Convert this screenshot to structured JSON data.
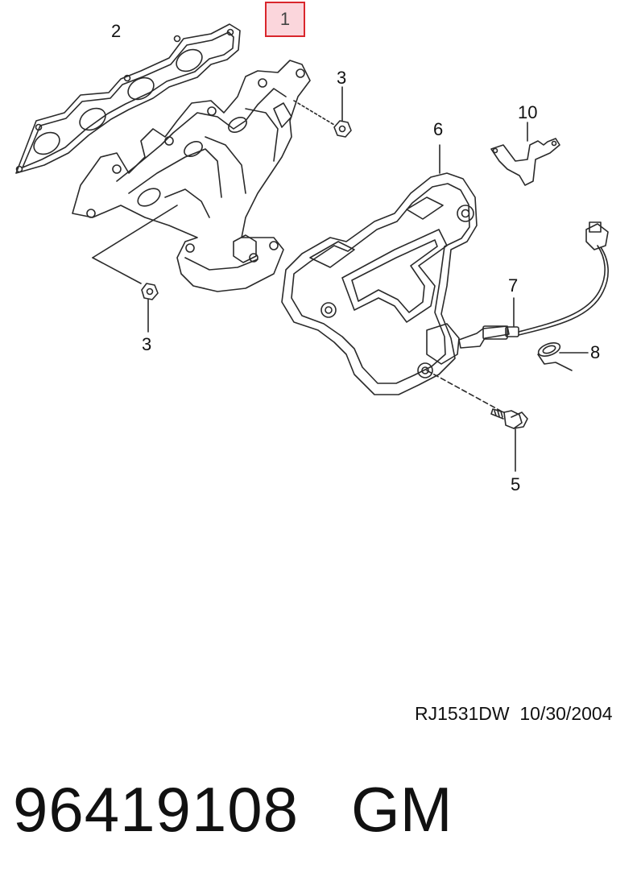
{
  "callouts": {
    "c1": "1",
    "c2": "2",
    "c3a": "3",
    "c3b": "3",
    "c5": "5",
    "c6": "6",
    "c7": "7",
    "c8": "8",
    "c10": "10"
  },
  "footer": {
    "drawing_code": "RJ1531DW  10/30/2004",
    "part_number": "96419108",
    "brand": "GM"
  },
  "colors": {
    "line": "#2a2a2a",
    "highlight_border": "#d9262c",
    "highlight_fill": "#fbd6dc"
  }
}
